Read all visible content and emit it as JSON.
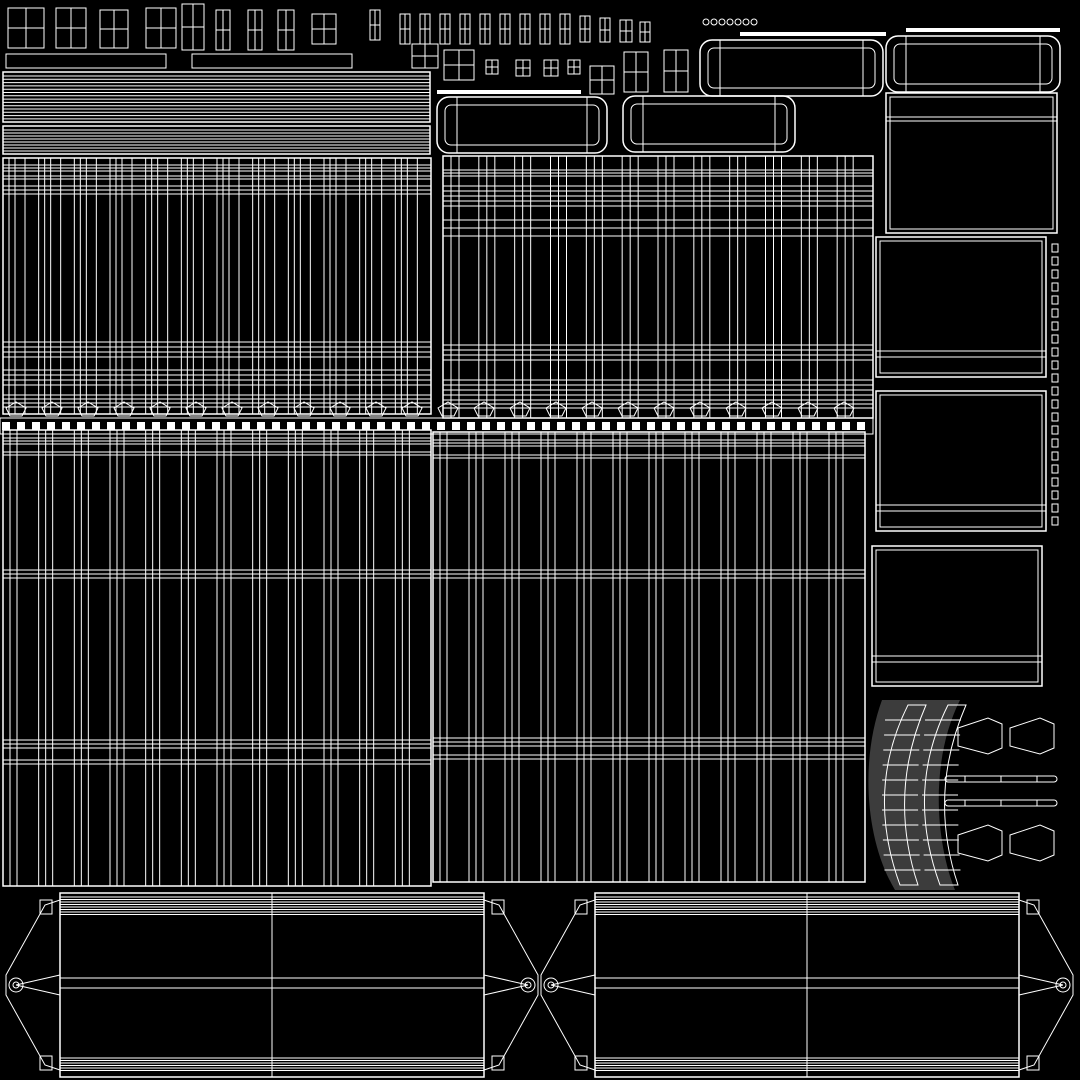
{
  "image": {
    "kind": "uv-layout-wireframe",
    "background_color": "#000000",
    "wire_color": "#ffffff",
    "shadow_color": "#555555"
  },
  "islands": {
    "large_panels": 4,
    "side_panels": 4,
    "rounded_cushions": 4,
    "bottom_frames": 2,
    "curved_armrests": 2
  }
}
